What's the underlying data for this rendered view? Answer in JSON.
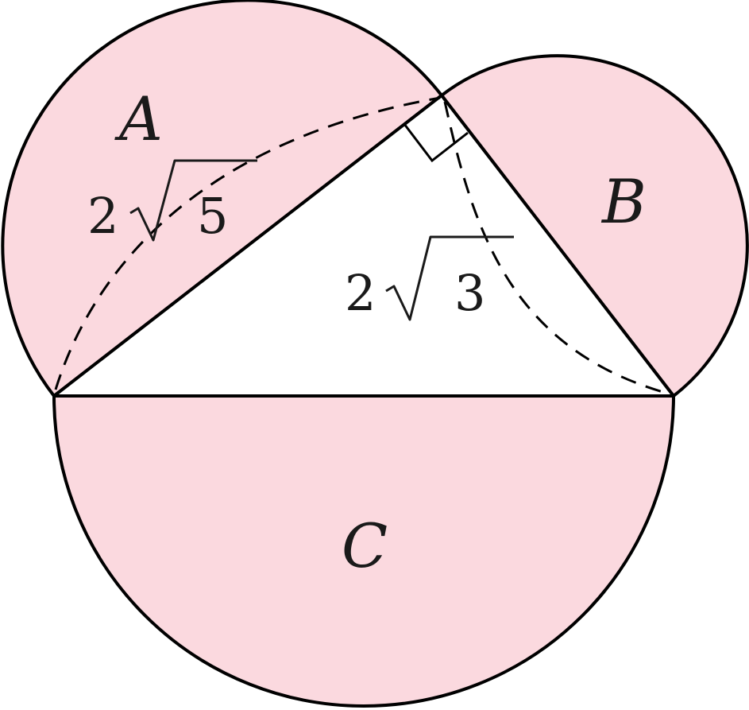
{
  "diagram": {
    "fill_color": "#fbd9df",
    "stroke_color": "#000000",
    "regions": {
      "a": "A",
      "b": "B",
      "c": "C"
    },
    "lengths": {
      "left_side_coefficient": "2",
      "left_side_radicand": "5",
      "right_side_coefficient": "2",
      "right_side_radicand": "3"
    },
    "right_angle_marker": true
  }
}
